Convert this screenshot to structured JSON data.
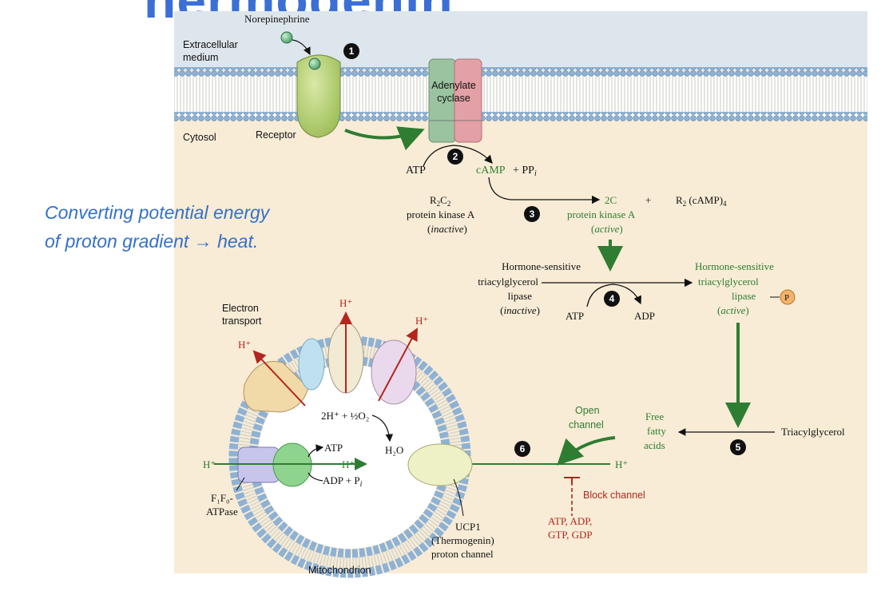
{
  "title_fragment": "hermogenin",
  "side_note": "Converting potential energy of proton gradient → heat.",
  "labels": {
    "norepinephrine": "Norepinephrine",
    "extracellular_1": "Extracellular",
    "extracellular_2": "medium",
    "cytosol": "Cytosol",
    "receptor": "Receptor",
    "adenylate_1": "Adenylate",
    "adenylate_2": "cyclase",
    "atp_1": "ATP",
    "camp": "cAMP",
    "plus_ppi": "+ PP",
    "ppi_sub": "i",
    "r2c2": "R",
    "pka_left": "protein kinase A",
    "inactive": "inactive",
    "two_c": "2C",
    "plus": "+",
    "r2camp": "R",
    "pka_right": "protein kinase A",
    "active": "active",
    "hsl_in_1": "Hormone-sensitive",
    "hsl_in_2": "triacylglycerol",
    "hsl_in_3": "lipase",
    "hsl_act_1": "Hormone-sensitive",
    "hsl_act_2": "triacylglycerol",
    "hsl_act_3": "lipase",
    "p_badge": "P",
    "atp_4": "ATP",
    "adp_4": "ADP",
    "electron_1": "Electron",
    "electron_2": "transport",
    "h_plus": "H⁺",
    "water_reaction": "2H⁺ + ½O₂",
    "h2o": "H₂O",
    "open_1": "Open",
    "open_2": "channel",
    "ffa_1": "Free",
    "ffa_2": "fatty",
    "ffa_3": "acids",
    "triacylglycerol": "Triacylglycerol",
    "atp_synth": "ATP",
    "adp_pi": "ADP + P",
    "f1f0_1": "F₁F₀-",
    "f1f0_2": "ATPase",
    "block": "Block channel",
    "nuc_1": "ATP, ADP,",
    "nuc_2": "GTP, GDP",
    "ucp_1": "UCP1",
    "ucp_2": "(Thermogenin)",
    "ucp_3": "proton channel",
    "mito": "Mitochondrion"
  },
  "steps": [
    "1",
    "2",
    "3",
    "4",
    "5",
    "6"
  ],
  "colors": {
    "green": "#2e7d32",
    "red": "#b3261e",
    "extracellular": "#dde6ec",
    "cytosol": "#f8ecd6",
    "side_note": "#3471c8"
  }
}
